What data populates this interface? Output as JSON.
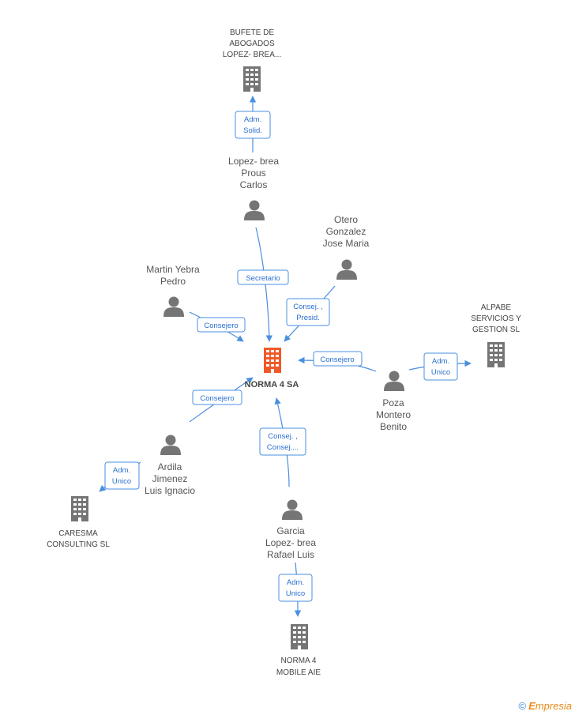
{
  "colors": {
    "edge": "#4a8fe0",
    "icon": "#757575",
    "center_icon": "#f05a28"
  },
  "center": {
    "label": "NORMA 4 SA"
  },
  "nodes": {
    "bufete": {
      "lines": [
        "BUFETE DE",
        "ABOGADOS",
        "LOPEZ- BREA..."
      ],
      "type": "company"
    },
    "lopez_brea": {
      "lines": [
        "Lopez- brea",
        "Prous",
        "Carlos"
      ],
      "type": "person"
    },
    "otero": {
      "lines": [
        "Otero",
        "Gonzalez",
        "Jose Maria"
      ],
      "type": "person"
    },
    "martin": {
      "lines": [
        "Martin Yebra",
        "Pedro"
      ],
      "type": "person"
    },
    "alpabe": {
      "lines": [
        "ALPABE",
        "SERVICIOS Y",
        "GESTION SL"
      ],
      "type": "company"
    },
    "poza": {
      "lines": [
        "Poza",
        "Montero",
        "Benito"
      ],
      "type": "person"
    },
    "ardila": {
      "lines": [
        "Ardila",
        "Jimenez",
        "Luis Ignacio"
      ],
      "type": "person"
    },
    "caresma": {
      "lines": [
        "CARESMA",
        "CONSULTING SL"
      ],
      "type": "company"
    },
    "garcia": {
      "lines": [
        "Garcia",
        "Lopez- brea",
        "Rafael Luis"
      ],
      "type": "person"
    },
    "norma_mobile": {
      "lines": [
        "NORMA 4",
        "MOBILE AIE"
      ],
      "type": "company"
    }
  },
  "edges": {
    "bufete_lopez": [
      "Adm.",
      "Solid."
    ],
    "lopez_center": [
      "Secretario"
    ],
    "otero_center": [
      "Consej. ,",
      "Presid."
    ],
    "martin_center": [
      "Consejero"
    ],
    "poza_center": [
      "Consejero"
    ],
    "poza_alpabe": [
      "Adm.",
      "Unico"
    ],
    "ardila_center": [
      "Consejero"
    ],
    "ardila_caresma": [
      "Adm.",
      "Unico"
    ],
    "garcia_center": [
      "Consej. ,",
      "Consej...."
    ],
    "garcia_norma": [
      "Adm.",
      "Unico"
    ]
  },
  "footer": {
    "copyright": "©",
    "brand_initial": "E",
    "brand_rest": "mpresia"
  }
}
